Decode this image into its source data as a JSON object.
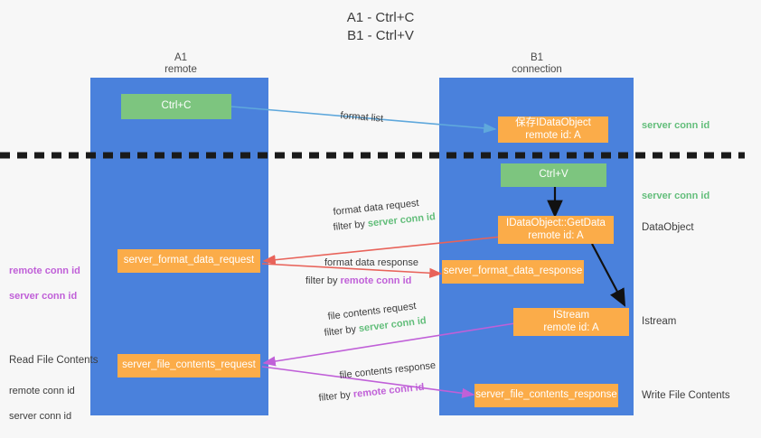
{
  "title": "A1 - Ctrl+C\nB1 - Ctrl+V",
  "columns": {
    "left": {
      "header": "A1\nremote"
    },
    "right": {
      "header": "B1\nconnection"
    }
  },
  "colors": {
    "lane": "#4A81DC",
    "node_green": "#7DC57F",
    "node_orange": "#FBAC49",
    "server_conn_id": "#63BE7B",
    "remote_conn_id": "#C060D8",
    "arrow_copy": "#5FA8DC",
    "arrow_format": "#E8635A",
    "arrow_file": "#C060D8",
    "arrow_internal": "#000000",
    "divider": "#1A1A1A",
    "background": "#F7F7F7"
  },
  "nodes": {
    "ctrl_c": "Ctrl+C",
    "save_dataobject": "保存IDataObject\nremote id: A",
    "ctrl_v": "Ctrl+V",
    "getdata": "IDataObject::GetData\nremote id: A",
    "format_data_request": "server_format_data_request",
    "format_data_response": "server_format_data_response",
    "istream": "IStream\nremote id: A",
    "file_contents_request": "server_file_contents_request",
    "file_contents_response": "server_file_contents_response"
  },
  "edges": {
    "format_list": "format list",
    "format_data_request": {
      "line1": "format data request",
      "line2_prefix": "filter by ",
      "line2_key": "server conn id"
    },
    "format_data_response": {
      "line1": "format data response",
      "line2_prefix": "filter by ",
      "line2_key": "remote conn id"
    },
    "file_contents_request": {
      "line1": "file contents request",
      "line2_prefix": "filter by ",
      "line2_key": "server conn id"
    },
    "file_contents_response": {
      "line1": "file contents response",
      "line2_prefix": "filter by ",
      "line2_key": "remote conn id"
    }
  },
  "right_labels": {
    "server_conn_id_top": "server conn id",
    "server_conn_id_mid": "server conn id",
    "dataobject": "DataObject",
    "istream": "Istream",
    "write_file_contents": "Write File Contents"
  },
  "left_labels": {
    "conn_ids_mid": "remote conn id\nserver conn id",
    "read_file_contents": "Read File Contents",
    "conn_ids_bottom": "remote conn id\nserver conn id"
  }
}
